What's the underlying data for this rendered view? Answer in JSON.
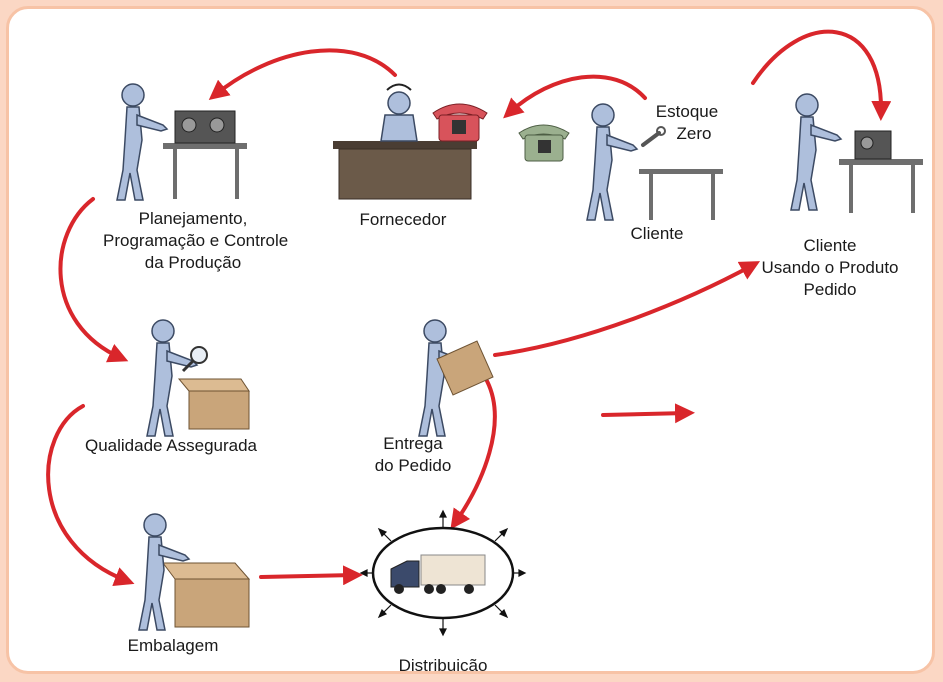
{
  "labels": {
    "ppcp": [
      "Planejamento,",
      "Programação e Controle",
      "da Produção"
    ],
    "fornecedor": "Fornecedor",
    "estoque": [
      "Estoque",
      "Zero"
    ],
    "cliente": "Cliente",
    "cliente_usando": [
      "Cliente",
      "Usando o Produto",
      "Pedido"
    ],
    "qualidade": "Qualidade Assegurada",
    "entrega": [
      "Entrega",
      "do Pedido"
    ],
    "embalagem": "Embalagem",
    "distribuicao": "Distribuição"
  },
  "colors": {
    "arrow": "#d9262b",
    "figure": "#aebfdc",
    "figure_stroke": "#3c4a63",
    "box": "#c9a57a",
    "desk": "#6b5a49",
    "table": "#6e6e6e",
    "phone_red": "#d8535b",
    "phone_green": "#9bb08f",
    "truck_cab": "#3b4a6b",
    "truck_trailer": "#eee4d4",
    "frame_border": "#f7c3a6"
  },
  "icons": [
    "person-figure-icon",
    "machine-icon",
    "desk-icon",
    "telephone-icon",
    "wrench-icon",
    "magnifier-icon",
    "cardboard-box-icon",
    "truck-icon",
    "arrow-icon"
  ]
}
